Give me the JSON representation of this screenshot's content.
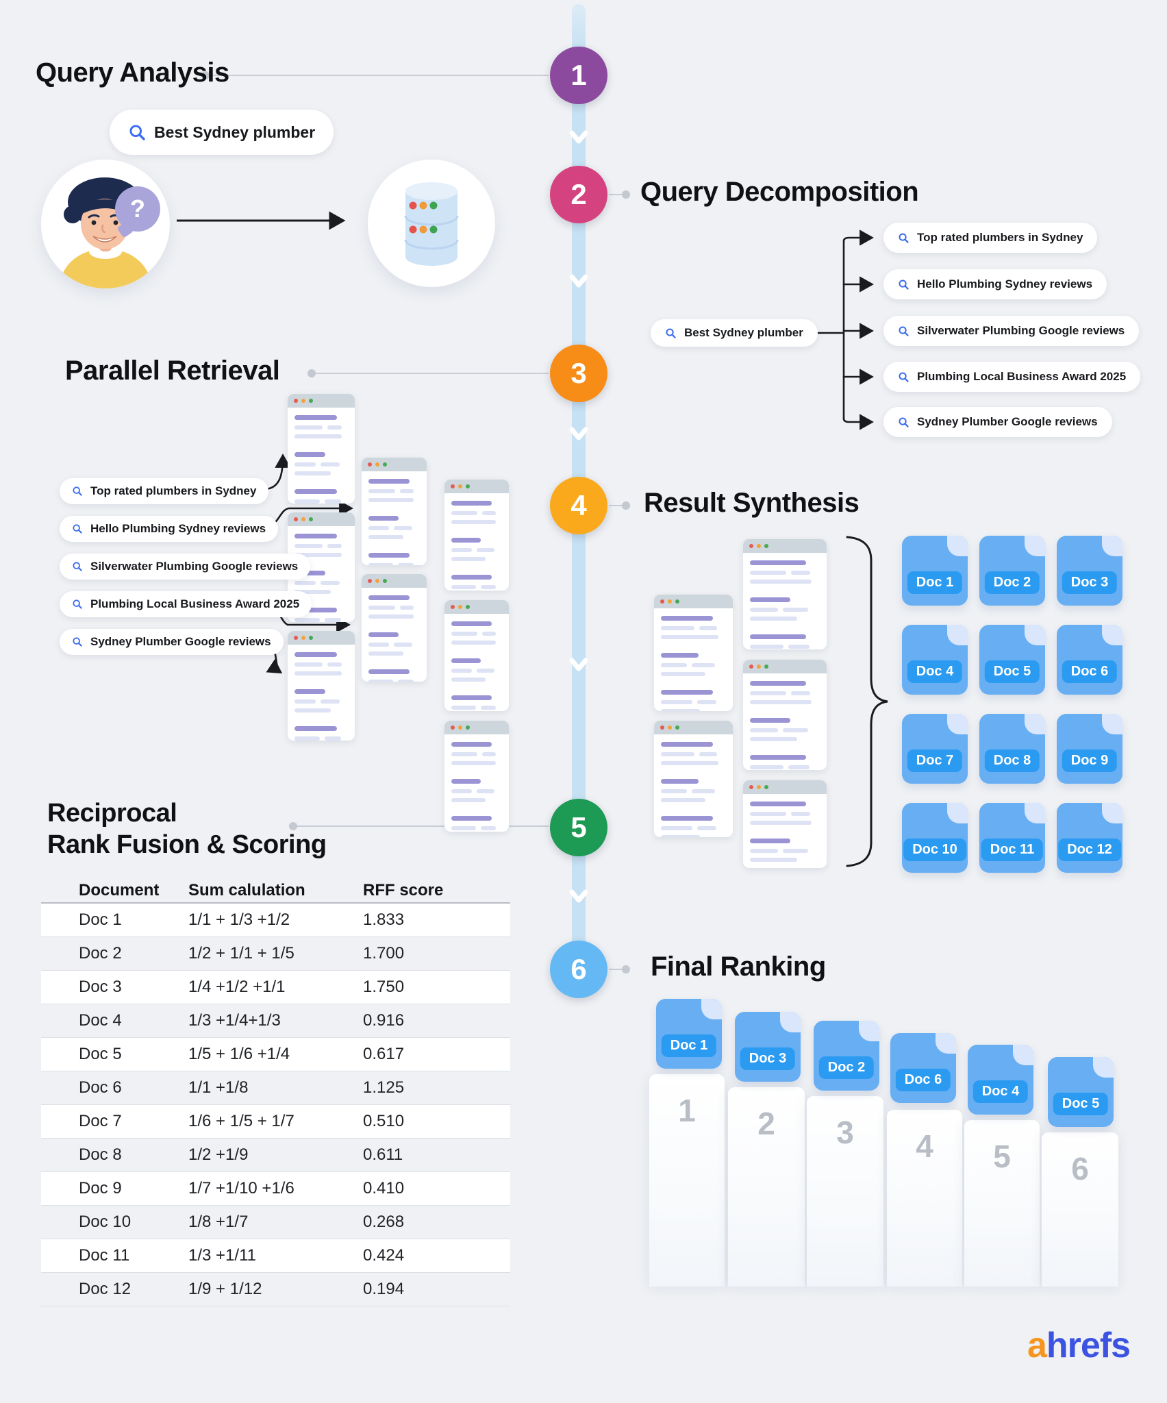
{
  "query": {
    "main": "Best Sydney plumber"
  },
  "avatar": {
    "bubble_text": "?"
  },
  "steps": {
    "s1": {
      "num": "1",
      "label": "Query Analysis",
      "color": "#8C4A9E"
    },
    "s2": {
      "num": "2",
      "label": "Query Decomposition",
      "color": "#D4437F"
    },
    "s3": {
      "num": "3",
      "label": "Parallel Retrieval",
      "color": "#F78C17"
    },
    "s4": {
      "num": "4",
      "label": "Result Synthesis",
      "color": "#FBA91C"
    },
    "s5": {
      "num": "5",
      "label": "Reciprocal Rank Fusion & Scoring",
      "label_line1": "Reciprocal",
      "label_line2": "Rank Fusion & Scoring",
      "color": "#1D9A53"
    },
    "s6": {
      "num": "6",
      "label": "Final Ranking",
      "color": "#64B8F4"
    }
  },
  "sub_queries": [
    "Top rated plumbers in Sydney",
    "Hello Plumbing Sydney reviews",
    "Silverwater Plumbing Google reviews",
    "Plumbing Local Business Award 2025",
    "Sydney Plumber Google reviews"
  ],
  "synthesis_docs": [
    "Doc 1",
    "Doc 2",
    "Doc 3",
    "Doc 4",
    "Doc 5",
    "Doc 6",
    "Doc 7",
    "Doc 8",
    "Doc 9",
    "Doc 10",
    "Doc 11",
    "Doc 12"
  ],
  "rrf": {
    "headers": [
      "Document",
      "Sum calulation",
      "RFF score"
    ],
    "rows": [
      {
        "doc": "Doc 1",
        "sum": "1/1 + 1/3 +1/2",
        "score": "1.833"
      },
      {
        "doc": "Doc 2",
        "sum": "1/2 + 1/1 + 1/5",
        "score": "1.700"
      },
      {
        "doc": "Doc 3",
        "sum": "1/4 +1/2 +1/1",
        "score": "1.750"
      },
      {
        "doc": "Doc 4",
        "sum": "1/3 +1/4+1/3",
        "score": "0.916"
      },
      {
        "doc": "Doc 5",
        "sum": "1/5 + 1/6 +1/4",
        "score": "0.617"
      },
      {
        "doc": "Doc 6",
        "sum": "1/1 +1/8",
        "score": "1.125"
      },
      {
        "doc": "Doc 7",
        "sum": "1/6 + 1/5 + 1/7",
        "score": "0.510"
      },
      {
        "doc": "Doc 8",
        "sum": "1/2 +1/9",
        "score": "0.611"
      },
      {
        "doc": "Doc 9",
        "sum": "1/7 +1/10 +1/6",
        "score": "0.410"
      },
      {
        "doc": "Doc 10",
        "sum": "1/8 +1/7",
        "score": "0.268"
      },
      {
        "doc": "Doc 11",
        "sum": "1/3 +1/11",
        "score": "0.424"
      },
      {
        "doc": "Doc 12",
        "sum": "1/9 + 1/12",
        "score": "0.194"
      }
    ]
  },
  "final_ranking": [
    {
      "doc": "Doc 1",
      "rank": "1"
    },
    {
      "doc": "Doc 3",
      "rank": "2"
    },
    {
      "doc": "Doc 2",
      "rank": "3"
    },
    {
      "doc": "Doc 6",
      "rank": "4"
    },
    {
      "doc": "Doc 4",
      "rank": "5"
    },
    {
      "doc": "Doc 5",
      "rank": "6"
    }
  ],
  "brand": {
    "logo_a": "a",
    "logo_rest": "hrefs",
    "logo_color_a": "#F6941D",
    "logo_color_rest": "#3B53E0"
  }
}
